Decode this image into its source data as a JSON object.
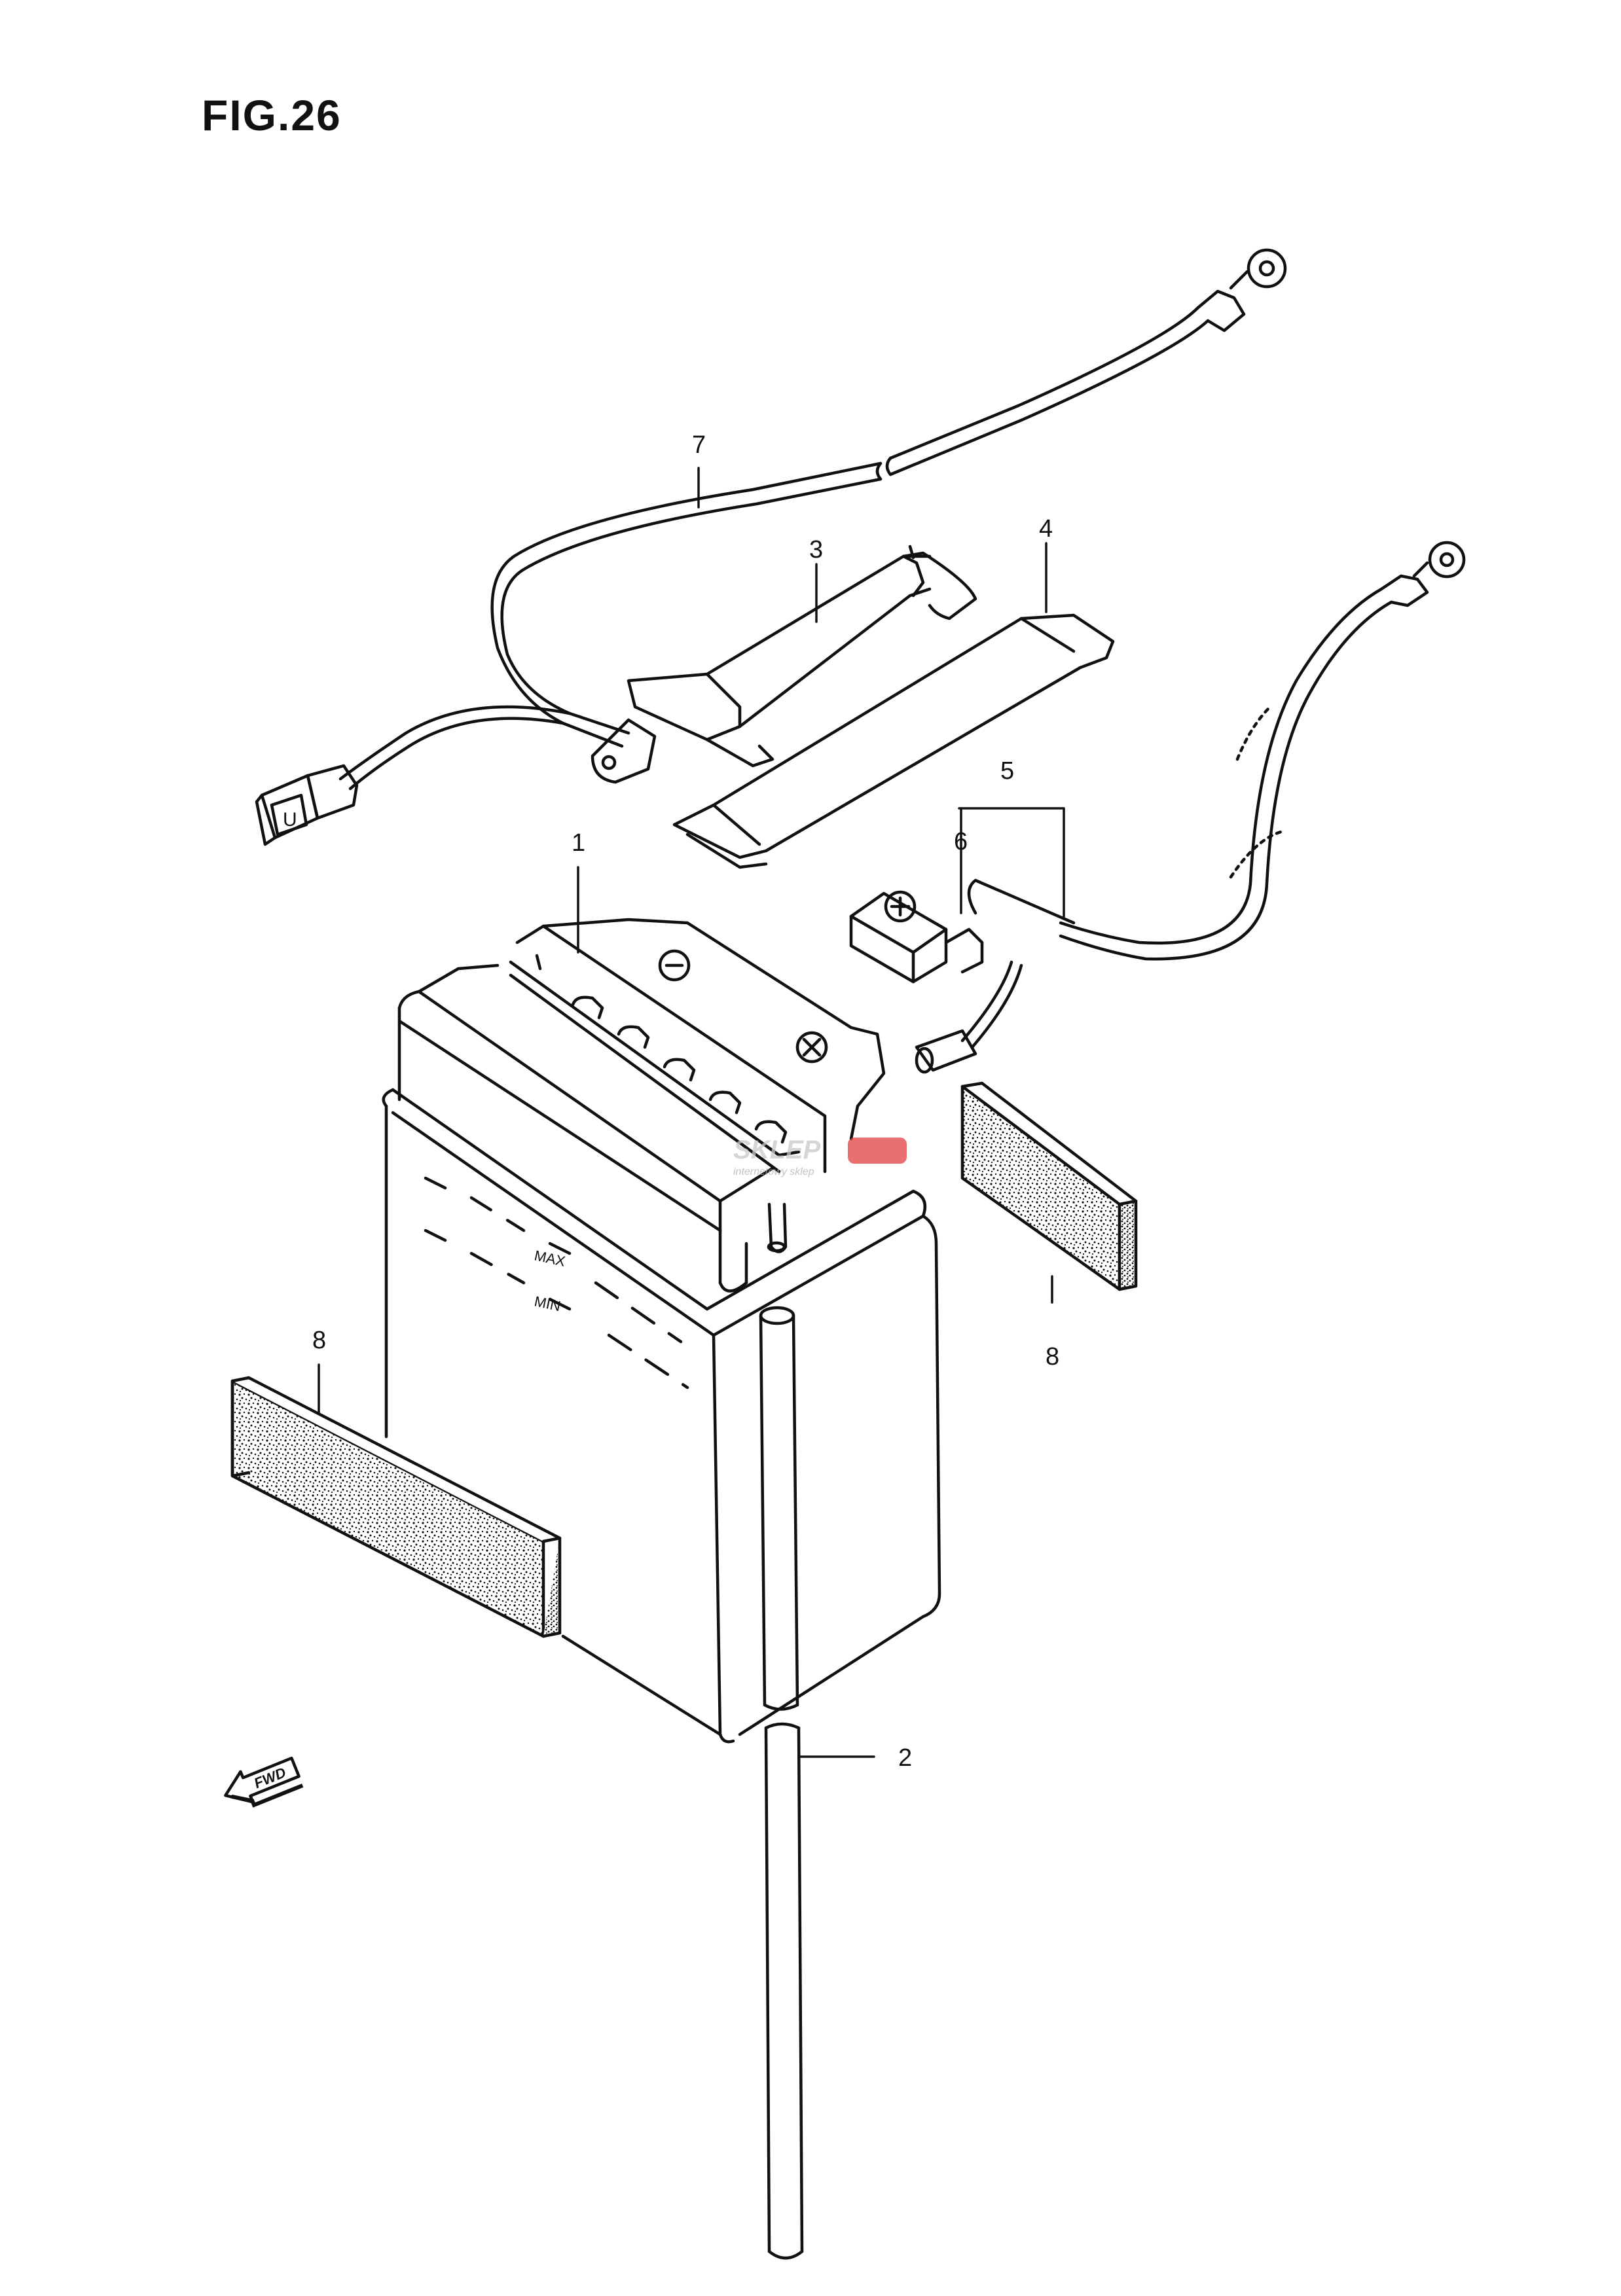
{
  "figure": {
    "title": "FIG.26"
  },
  "callouts": [
    {
      "id": "c1",
      "label": "1",
      "part": "battery"
    },
    {
      "id": "c2",
      "label": "2",
      "part": "breather-hose"
    },
    {
      "id": "c3",
      "label": "3",
      "part": "battery-band-upper"
    },
    {
      "id": "c4",
      "label": "4",
      "part": "battery-band-lower"
    },
    {
      "id": "c5",
      "label": "5",
      "part": "positive-cable-assembly"
    },
    {
      "id": "c6",
      "label": "6",
      "part": "terminal-cover"
    },
    {
      "id": "c7",
      "label": "7",
      "part": "negative-cable"
    },
    {
      "id": "c8a",
      "label": "8",
      "part": "battery-cushion-left"
    },
    {
      "id": "c8b",
      "label": "8",
      "part": "battery-cushion-right"
    }
  ],
  "battery_markings": {
    "max": "MAX",
    "min": "MIN"
  },
  "direction_arrow": {
    "label": "FWD",
    "icon": "arrow-left-icon"
  },
  "connector_mark": "U",
  "watermark": {
    "brand": "SKLEP",
    "sub": "internetowy sklep"
  },
  "colors": {
    "ink": "#111111",
    "watermark": "#e04040"
  }
}
